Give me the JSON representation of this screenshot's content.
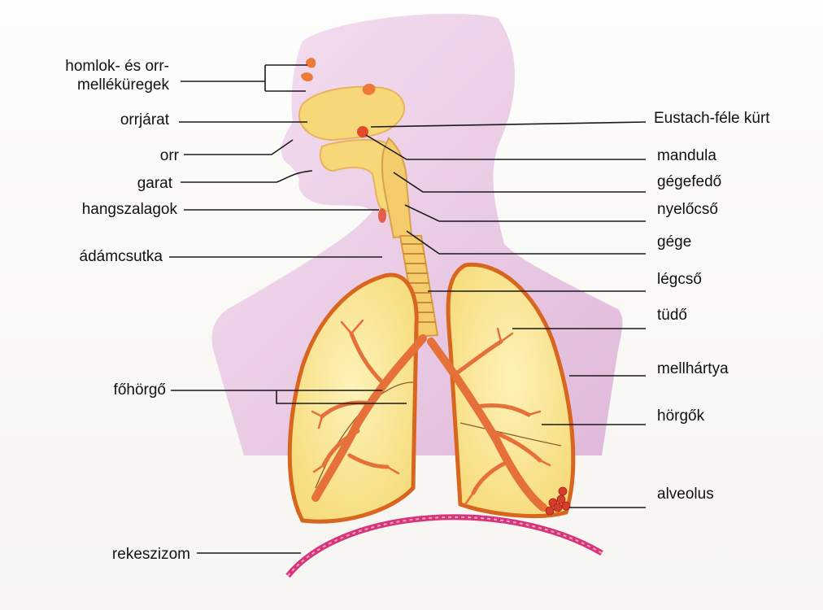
{
  "labels_left": {
    "sinuses": "homlok- és orr-\nmelléküregek",
    "nasal_passage": "orrjárat",
    "nose": "orr",
    "pharynx": "garat",
    "vocal_cords": "hangszalagok",
    "adams_apple": "ádámcsutka",
    "main_bronchus": "főhörgő",
    "diaphragm": "rekeszizom"
  },
  "labels_right": {
    "eustachian_tube": "Eustach-féle kürt",
    "tonsil": "mandula",
    "epiglottis": "gégefedő",
    "esophagus": "nyelőcső",
    "larynx": "gége",
    "trachea": "légcső",
    "lung": "tüdő",
    "pleura": "mellhártya",
    "bronchi": "hörgők",
    "alveolus": "alveolus"
  },
  "colors": {
    "skin": "#e8c6e2",
    "skin_edge": "#d7a9cf",
    "lung_fill": "#fbe89a",
    "lung_edge": "#d9661e",
    "bronchi": "#e5703a",
    "airway": "#f7d878",
    "diaphragm": "#d6357a",
    "organ_red": "#e14a2a"
  }
}
